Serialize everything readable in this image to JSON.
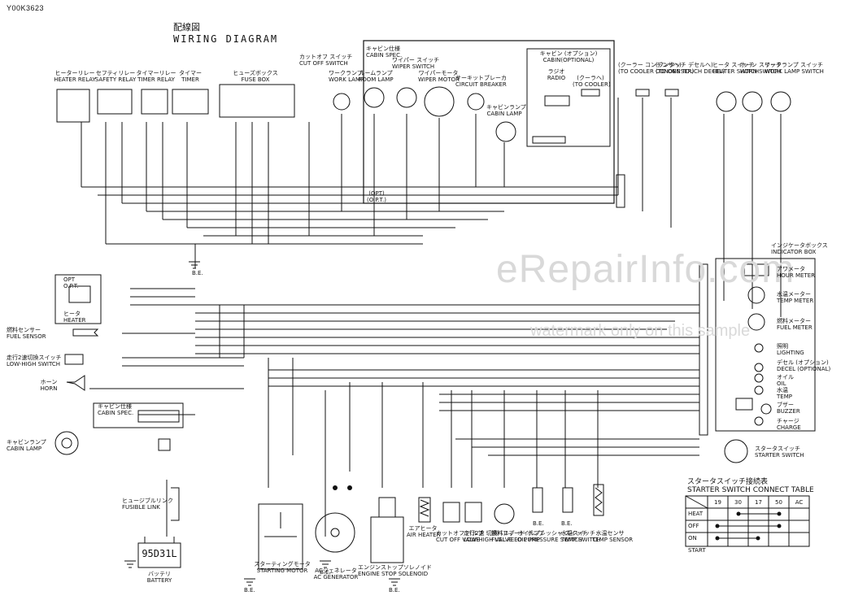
{
  "page_id": "Y00K3623",
  "title": {
    "jp": "配線図",
    "en": "WIRING DIAGRAM"
  },
  "watermark": {
    "line1": "eRepairInfo.com",
    "line2": "watermark only on this sample"
  },
  "components": {
    "heater_relay": {
      "jp": "ヒーターリレー",
      "en": "HEATER RELAY"
    },
    "safety_relay": {
      "jp": "セフティリレー",
      "en": "SAFETY RELAY"
    },
    "timer_relay": {
      "jp": "タイマーリレー",
      "en": "TIMER RELAY"
    },
    "timer": {
      "jp": "タイマー",
      "en": "TIMER"
    },
    "fuse_box": {
      "jp": "ヒューズボックス",
      "en": "FUSE BOX"
    },
    "cutoff_switch": {
      "jp": "カットオフ スイッチ",
      "en": "CUT OFF SWITCH"
    },
    "work_lamp": {
      "jp": "ワークランプ",
      "en": "WORK LAMP"
    },
    "cabin_spec": {
      "jp": "キャビン仕様",
      "en": "CABIN SPEC."
    },
    "room_lamp": {
      "jp": "ルームランプ",
      "en": "ROOM LAMP"
    },
    "wiper_switch": {
      "jp": "ワイパー スイッチ",
      "en": "WIPER SWITCH"
    },
    "wiper_motor": {
      "jp": "ワイパーモータ",
      "en": "WIPER MOTOR"
    },
    "circuit_breaker": {
      "jp": "サーキットブレーカ",
      "en": "CIRCUIT BREAKER"
    },
    "cabin_lamp_top": {
      "jp": "キャビンランプ",
      "en": "CABIN LAMP"
    },
    "cabin_optional": {
      "jp": "キャビン (オプション)",
      "en": "CABIN(OPTIONAL)"
    },
    "radio": {
      "jp": "ラジオ",
      "en": "RADIO"
    },
    "to_cooler": {
      "jp": "(クーラへ)",
      "en": "(TO COOLER)"
    },
    "to_cooler_condenser": {
      "jp": "(クーラー コンデンサへ)",
      "en": "(TO COOLER CONDENSER)"
    },
    "to_one_touch_decel": {
      "jp": "(ワンタッチ デセルへ)",
      "en": "(TO ONE TOUCH DECEL)"
    },
    "heater_switch": {
      "jp": "ヒータ スイッチ",
      "en": "HEATER SWITCH"
    },
    "horn_switch": {
      "jp": "ホーン スイッチ",
      "en": "HORN SWITCH"
    },
    "work_lamp_switch": {
      "jp": "ワークランプ スイッチ",
      "en": "WORK LAMP SWITCH"
    },
    "opt_box": {
      "a": "OPT",
      "b": "O.P.T.",
      "jp": "ヒータ",
      "en": "HEATER"
    },
    "opt_mid": {
      "a": "(OPT)",
      "b": "(O.P.T.)"
    },
    "fuel_sensor": {
      "jp": "燃料センサー",
      "en": "FUEL SENSOR"
    },
    "low_high_switch": {
      "jp": "走行2速切換スイッチ",
      "en": "LOW-HIGH SWITCH"
    },
    "horn": {
      "jp": "ホーン",
      "en": "HORN"
    },
    "cabin_spec_left": {
      "jp": "キャビン仕様",
      "en": "CABIN SPEC."
    },
    "cabin_lamp_left": {
      "jp": "キャビンランプ",
      "en": "CABIN LAMP"
    },
    "fusible_link": {
      "jp": "ヒュージブルリンク",
      "en": "FUSIBLE LINK"
    },
    "battery": {
      "model": "95D31L",
      "jp": "バッテリ",
      "en": "BATTERY"
    },
    "starting_motor": {
      "jp": "スターティングモータ",
      "en": "STARTING MOTOR"
    },
    "ac_generator": {
      "jp": "ACジェネレータ",
      "en": "AC GENERATOR"
    },
    "engine_stop_solenoid": {
      "jp": "エンジンストップソレノイド",
      "en": "ENGINE STOP SOLENOID"
    },
    "air_heater": {
      "jp": "エアヒータ",
      "en": "AIR HEATER"
    },
    "cutoff_valve": {
      "jp": "カットオフ バルブ",
      "en": "CUT OFF VALVE"
    },
    "low_high_valve": {
      "jp": "走行2速 切換バルブ",
      "en": "LOW-HIGH VALVE"
    },
    "fuel_feed_pump": {
      "jp": "燃料フィード ポンプ",
      "en": "FUEL FEED PUMP"
    },
    "oil_pressure_switch": {
      "jp": "オイルプレッシャ スイッチ",
      "en": "OIL PRESSURE SWITCH"
    },
    "temp_switch": {
      "jp": "水温スイッチ",
      "en": "TEMP SWITCH"
    },
    "temp_sensor": {
      "jp": "水温センサ",
      "en": "TEMP SENSOR"
    },
    "indicator_box": {
      "jp": "インジケータボックス",
      "en": "INDICATOR BOX"
    },
    "hour_meter": {
      "jp": "アワメータ",
      "en": "HOUR METER"
    },
    "temp_meter": {
      "jp": "水温メーター",
      "en": "TEMP METER"
    },
    "fuel_meter": {
      "jp": "燃料メーター",
      "en": "FUEL METER"
    },
    "lighting": {
      "jp": "照明",
      "en": "LIGHTING"
    },
    "decel": {
      "jp": "デセル (オプション)",
      "en": "DECEL (OPTIONAL)"
    },
    "oil": {
      "jp": "オイル",
      "en": "OIL"
    },
    "temp": {
      "jp": "水温",
      "en": "TEMP"
    },
    "buzzer": {
      "jp": "ブザー",
      "en": "BUZZER"
    },
    "charge": {
      "jp": "チャージ",
      "en": "CHARGE"
    },
    "starter_switch": {
      "jp": "スタータスイッチ",
      "en": "STARTER SWITCH"
    }
  },
  "ground": "B.E.",
  "starter_table": {
    "title_jp": "スタータスイッチ接続表",
    "title_en": "STARTER SWITCH CONNECT TABLE",
    "columns": [
      "19",
      "30",
      "17",
      "50",
      "AC"
    ],
    "rows": [
      "HEAT",
      "OFF",
      "ON",
      "START"
    ]
  }
}
